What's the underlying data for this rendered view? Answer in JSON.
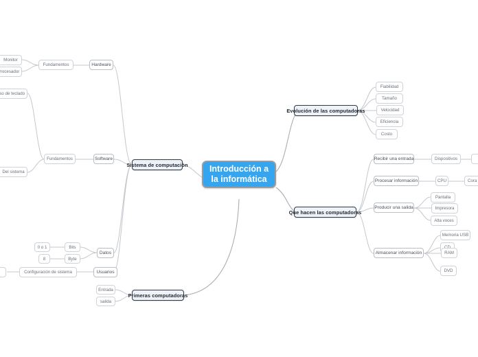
{
  "diagram": {
    "type": "mind-map",
    "title": "Introducción a la informática",
    "colors": {
      "root_fill": "#35a5f0",
      "root_text": "#ffffff",
      "root_border": "#9b9b9b",
      "level1_fill": "#eef2f7",
      "level1_border": "#2b3a4a",
      "level1_text": "#222a33",
      "leaf_fill": "#ffffff",
      "leaf_border": "#cfd3d8",
      "leaf_text": "#6a7078",
      "edge": "#c3c7cc",
      "canvas": "#ffffff"
    }
  },
  "root": {
    "label": "Introducción a la informática"
  },
  "branches": {
    "evolucion": {
      "label": "Evolución de las computadoras",
      "children": [
        {
          "label": "Fiabilidad"
        },
        {
          "label": "Tamaño"
        },
        {
          "label": "Velocidad"
        },
        {
          "label": "Eficiencia"
        },
        {
          "label": "Costo"
        }
      ]
    },
    "que_hacen": {
      "label": "Que hacen las computadoras",
      "children": [
        {
          "label": "Recibir una entrada",
          "children": [
            {
              "label": "Dispositivos"
            }
          ]
        },
        {
          "label": "Procesar información",
          "children": [
            {
              "label": "CPU"
            }
          ]
        },
        {
          "label": "Producir una salida",
          "children": [
            {
              "label": "Pantalla"
            },
            {
              "label": "Impresora"
            },
            {
              "label": "Alta voces"
            }
          ]
        },
        {
          "label": "Almacenar información",
          "children": [
            {
              "label": "Memoria USB"
            },
            {
              "label": "CD"
            },
            {
              "label": "RAM"
            },
            {
              "label": "DVD"
            }
          ]
        }
      ]
    },
    "sistema": {
      "label": "Sistema de computación",
      "children": [
        {
          "label": "Hardware",
          "children": [
            {
              "label": "Fundamentos",
              "children": [
                {
                  "label": "Monitor"
                },
                {
                  "label": "Procesador"
                }
              ]
            }
          ]
        },
        {
          "label": "Software",
          "children": [
            {
              "label": "Fundamentos",
              "children": [
                {
                  "label": "Uso de teclado"
                },
                {
                  "label": "Del sistema"
                }
              ]
            }
          ]
        },
        {
          "label": "Datos",
          "children": [
            {
              "label": "Bits",
              "children": [
                {
                  "label": "0 o 1"
                }
              ]
            },
            {
              "label": "Byte",
              "children": [
                {
                  "label": "8"
                }
              ]
            }
          ]
        },
        {
          "label": "Usuarios",
          "children": [
            {
              "label": "Configuración de sistema"
            }
          ]
        }
      ]
    },
    "primeras": {
      "label": "Primeras computadoras",
      "children": [
        {
          "label": "Entrada"
        },
        {
          "label": "salida"
        }
      ]
    }
  },
  "clipped": {
    "right_of_dispositivos": "",
    "right_of_cpu": "Cora",
    "left_of_configuracion": ""
  }
}
